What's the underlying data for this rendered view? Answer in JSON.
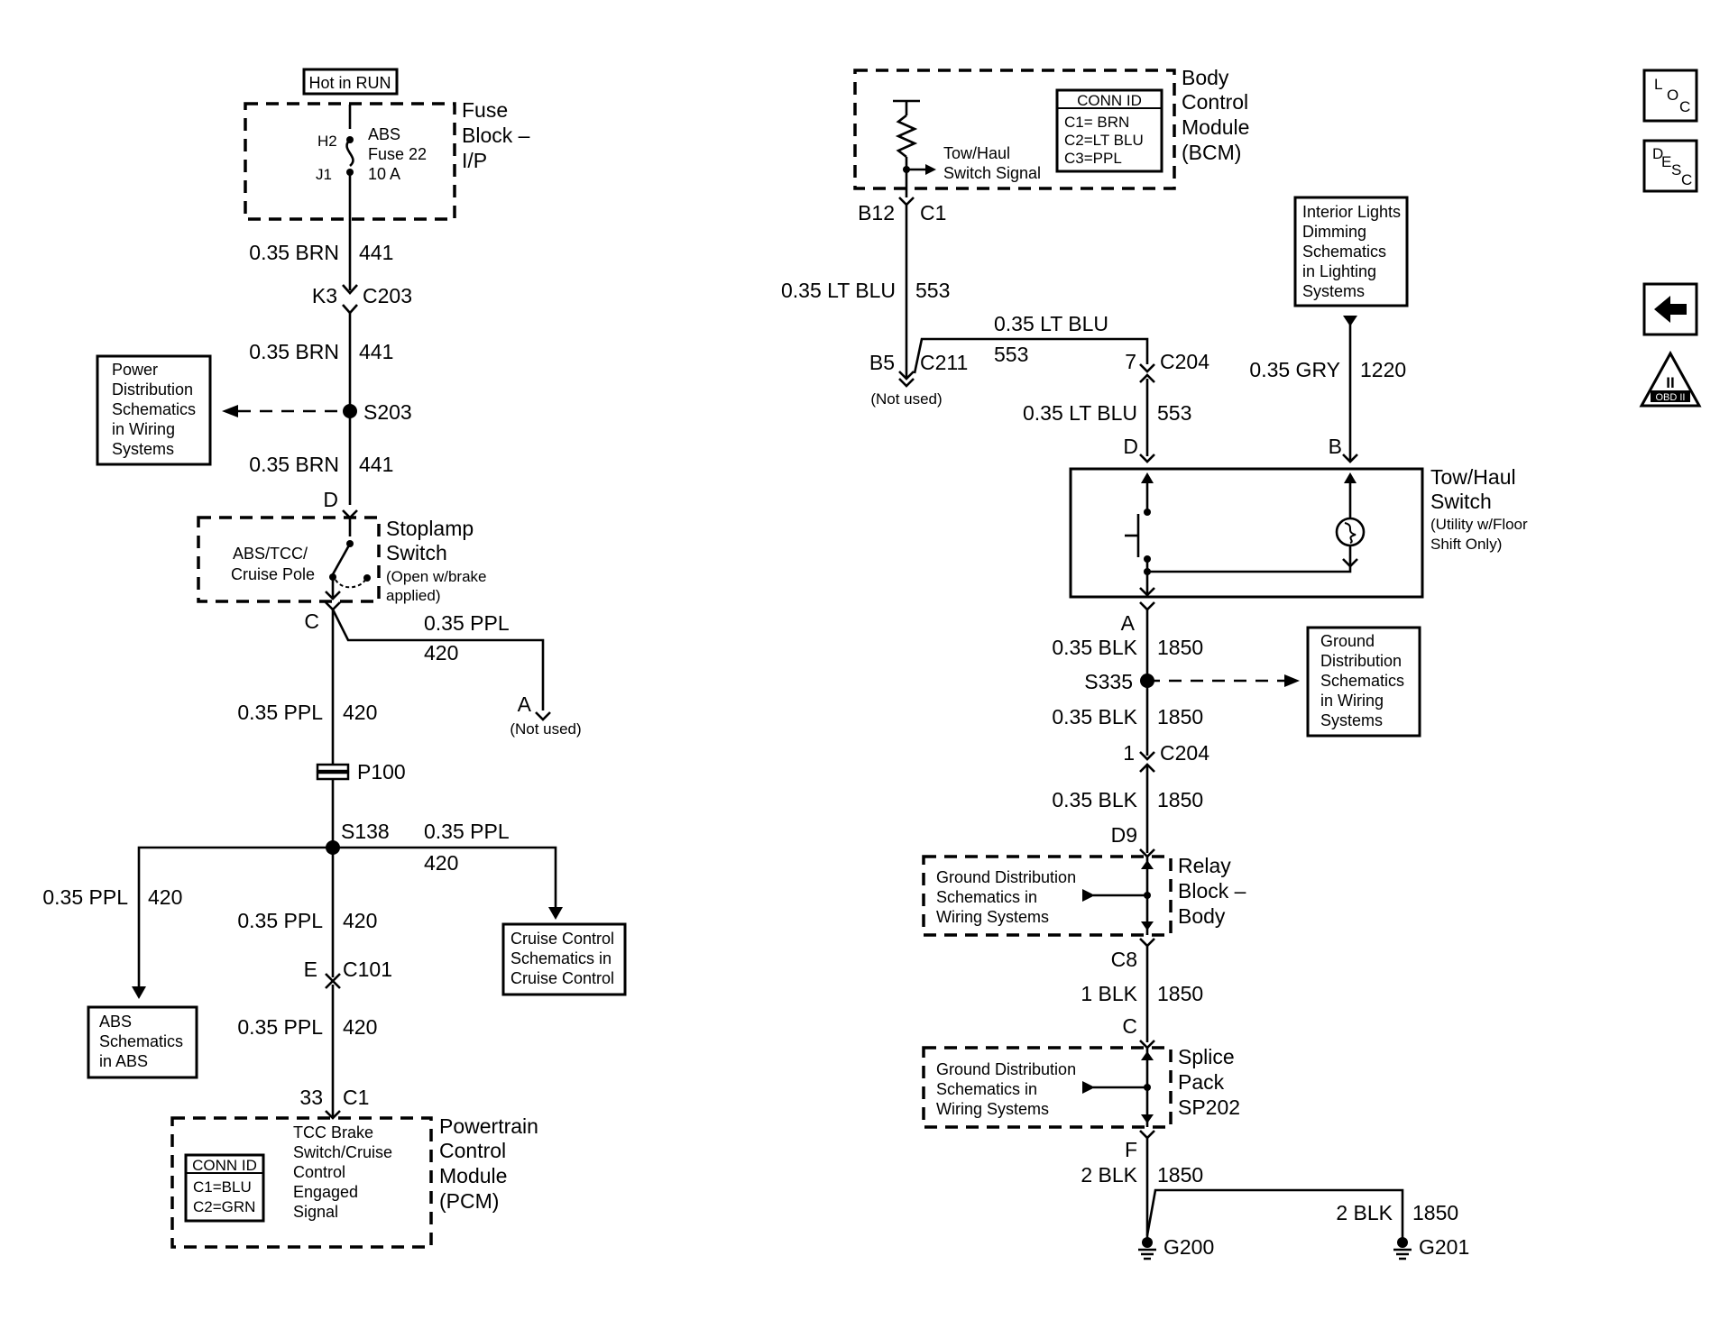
{
  "fuse_block": {
    "hot_in_run": "Hot in RUN",
    "pin_h2": "H2",
    "pin_j1": "J1",
    "fuse_lines": [
      "ABS",
      "Fuse 22",
      "10 A"
    ],
    "title_lines": [
      "Fuse",
      "Block –",
      "I/P"
    ]
  },
  "left": {
    "w1_gauge": "0.35 BRN",
    "w1_circuit": "441",
    "k3": "K3",
    "c203": "C203",
    "w2_gauge": "0.35 BRN",
    "w2_circuit": "441",
    "s203": "S203",
    "power_dist_lines": [
      "Power",
      "Distribution",
      "Schematics",
      "in Wiring",
      "Systems"
    ],
    "w3_gauge": "0.35 BRN",
    "w3_circuit": "441",
    "pin_d": "D",
    "stoplamp_inner_lines": [
      "ABS/TCC/",
      "Cruise Pole"
    ],
    "stoplamp_title_lines": [
      "Stoplamp",
      "Switch"
    ],
    "stoplamp_note_lines": [
      "(Open w/brake",
      "applied)"
    ],
    "pin_c": "C",
    "branch_gauge": "0.35 PPL",
    "branch_circuit": "420",
    "pin_a": "A",
    "not_used": "(Not used)",
    "w4_gauge": "0.35 PPL",
    "w4_circuit": "420",
    "p100": "P100",
    "s138": "S138",
    "cruise_gauge": "0.35 PPL",
    "cruise_circuit": "420",
    "abs_gauge": "0.35 PPL",
    "abs_circuit": "420",
    "w5_gauge": "0.35 PPL",
    "w5_circuit": "420",
    "cruise_ref_lines": [
      "Cruise Control",
      "Schematics in",
      "Cruise Control"
    ],
    "pin_e": "E",
    "c101": "C101",
    "w6_gauge": "0.35 PPL",
    "w6_circuit": "420",
    "abs_ref_lines": [
      "ABS",
      "Schematics",
      "in ABS"
    ],
    "pin_33": "33",
    "c1": "C1",
    "pcm_conn_lines": [
      "CONN ID",
      "C1=BLU",
      "C2=GRN"
    ],
    "pcm_signal_lines": [
      "TCC Brake",
      "Switch/Cruise",
      "Control",
      "Engaged",
      "Signal"
    ],
    "pcm_title_lines": [
      "Powertrain",
      "Control",
      "Module",
      "(PCM)"
    ]
  },
  "right": {
    "tow_signal_lines": [
      "Tow/Haul",
      "Switch Signal"
    ],
    "bcm_conn_lines": [
      "CONN ID",
      "C1= BRN",
      "C2=LT BLU",
      "C3=PPL"
    ],
    "bcm_title_lines": [
      "Body",
      "Control",
      "Module",
      "(BCM)"
    ],
    "pin_b12": "B12",
    "c1": "C1",
    "w1_gauge": "0.35 LT BLU",
    "w1_circuit": "553",
    "b5": "B5",
    "c211": "C211",
    "not_used": "(Not used)",
    "w2_gauge": "0.35 LT BLU",
    "w2_circuit": "553",
    "pin_7": "7",
    "c204_top": "C204",
    "w3_gauge": "0.35 LT BLU",
    "w3_circuit": "553",
    "interior_ref_lines": [
      "Interior Lights",
      "Dimming",
      "Schematics",
      "in Lighting",
      "Systems"
    ],
    "gry_gauge": "0.35 GRY",
    "gry_circuit": "1220",
    "pin_d": "D",
    "pin_b": "B",
    "switch_title_lines": [
      "Tow/Haul",
      "Switch"
    ],
    "switch_note_lines": [
      "(Utility w/Floor",
      "Shift Only)"
    ],
    "pin_a": "A",
    "blk1_gauge": "0.35 BLK",
    "blk1_circuit": "1850",
    "s335": "S335",
    "ground_ref_lines": [
      "Ground",
      "Distribution",
      "Schematics",
      "in Wiring",
      "Systems"
    ],
    "blk2_gauge": "0.35 BLK",
    "blk2_circuit": "1850",
    "pin_1": "1",
    "c204_bottom": "C204",
    "blk3_gauge": "0.35 BLK",
    "blk3_circuit": "1850",
    "d9": "D9",
    "relay_inner_lines": [
      "Ground Distribution",
      "Schematics in",
      "Wiring Systems"
    ],
    "relay_title_lines": [
      "Relay",
      "Block –",
      "Body"
    ],
    "c8": "C8",
    "blk4_gauge": "1 BLK",
    "blk4_circuit": "1850",
    "pin_c": "C",
    "splice_inner_lines": [
      "Ground Distribution",
      "Schematics in",
      "Wiring Systems"
    ],
    "splice_title_lines": [
      "Splice",
      "Pack",
      "SP202"
    ],
    "pin_f": "F",
    "blk5_gauge": "2 BLK",
    "blk5_circuit": "1850",
    "blk6_gauge": "2 BLK",
    "blk6_circuit": "1850",
    "g200": "G200",
    "g201": "G201"
  },
  "nav": {
    "loc": [
      "L",
      "O",
      "C"
    ],
    "desc": [
      "D",
      "E",
      "S",
      "C"
    ],
    "obd_roman": "II",
    "obd_label": "OBD II"
  }
}
